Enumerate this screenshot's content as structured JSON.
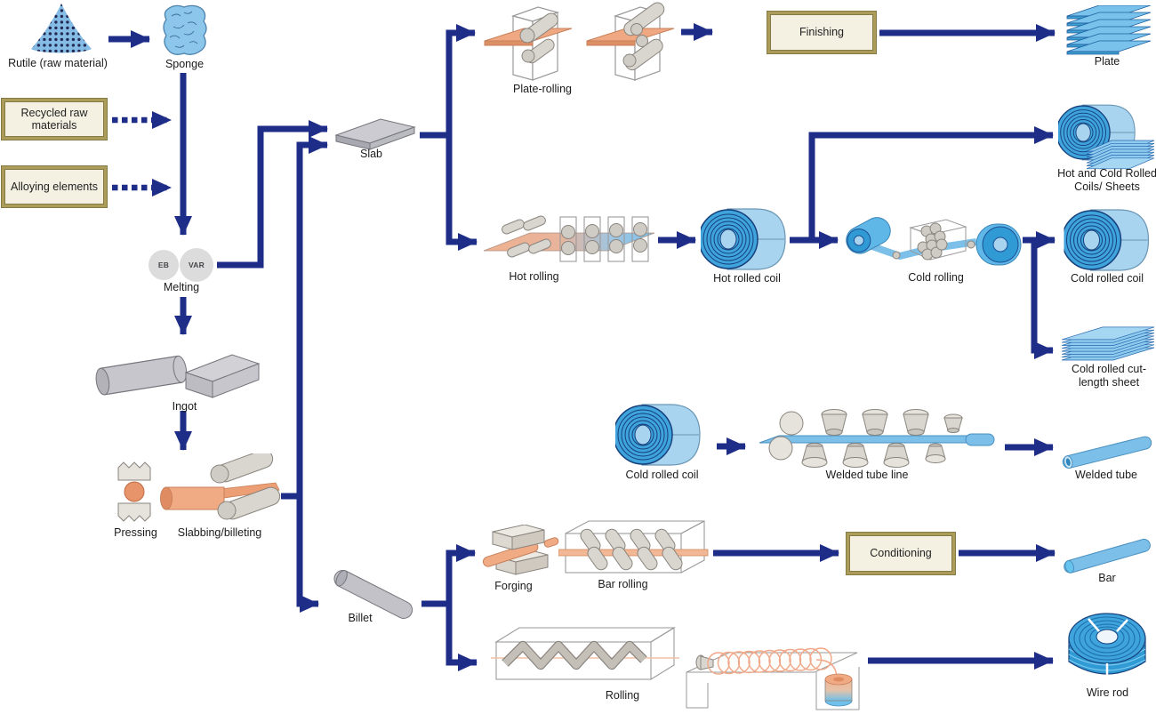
{
  "colors": {
    "arrow_navy": "#1e2d87",
    "process_box_border": "#ab9c5a",
    "process_box_bg": "#f4f1e3",
    "product_blue": "#5fb7e8",
    "coil_face_blue": "#3fa3dc",
    "hot_metal_orange": "#f0aa84",
    "metal_gray": "#c6c6cc"
  },
  "labels": {
    "rutile": "Rutile (raw material)",
    "sponge": "Sponge",
    "recycled": "Recycled raw materials",
    "alloying": "Alloying elements",
    "melting": "Melting",
    "melting_eb": "EB",
    "melting_var": "VAR",
    "ingot": "Ingot",
    "pressing": "Pressing",
    "slabbing": "Slabbing/billeting",
    "slab": "Slab",
    "billet": "Billet",
    "plate_rolling": "Plate-rolling",
    "finishing": "Finishing",
    "plate": "Plate",
    "hot_rolling": "Hot rolling",
    "hot_rolled_coil": "Hot rolled coil",
    "cold_rolling": "Cold rolling",
    "hot_cold_coils_sheets": "Hot and Cold Rolled Coils/ Sheets",
    "cold_rolled_coil": "Cold rolled coil",
    "cold_rolled_cut_sheet": "Cold rolled cut-length sheet",
    "cold_rolled_coil_2": "Cold rolled coil",
    "welded_tube_line": "Welded tube line",
    "welded_tube": "Welded tube",
    "forging": "Forging",
    "bar_rolling": "Bar rolling",
    "conditioning": "Conditioning",
    "bar": "Bar",
    "rolling": "Rolling",
    "wire_rod": "Wire rod"
  }
}
